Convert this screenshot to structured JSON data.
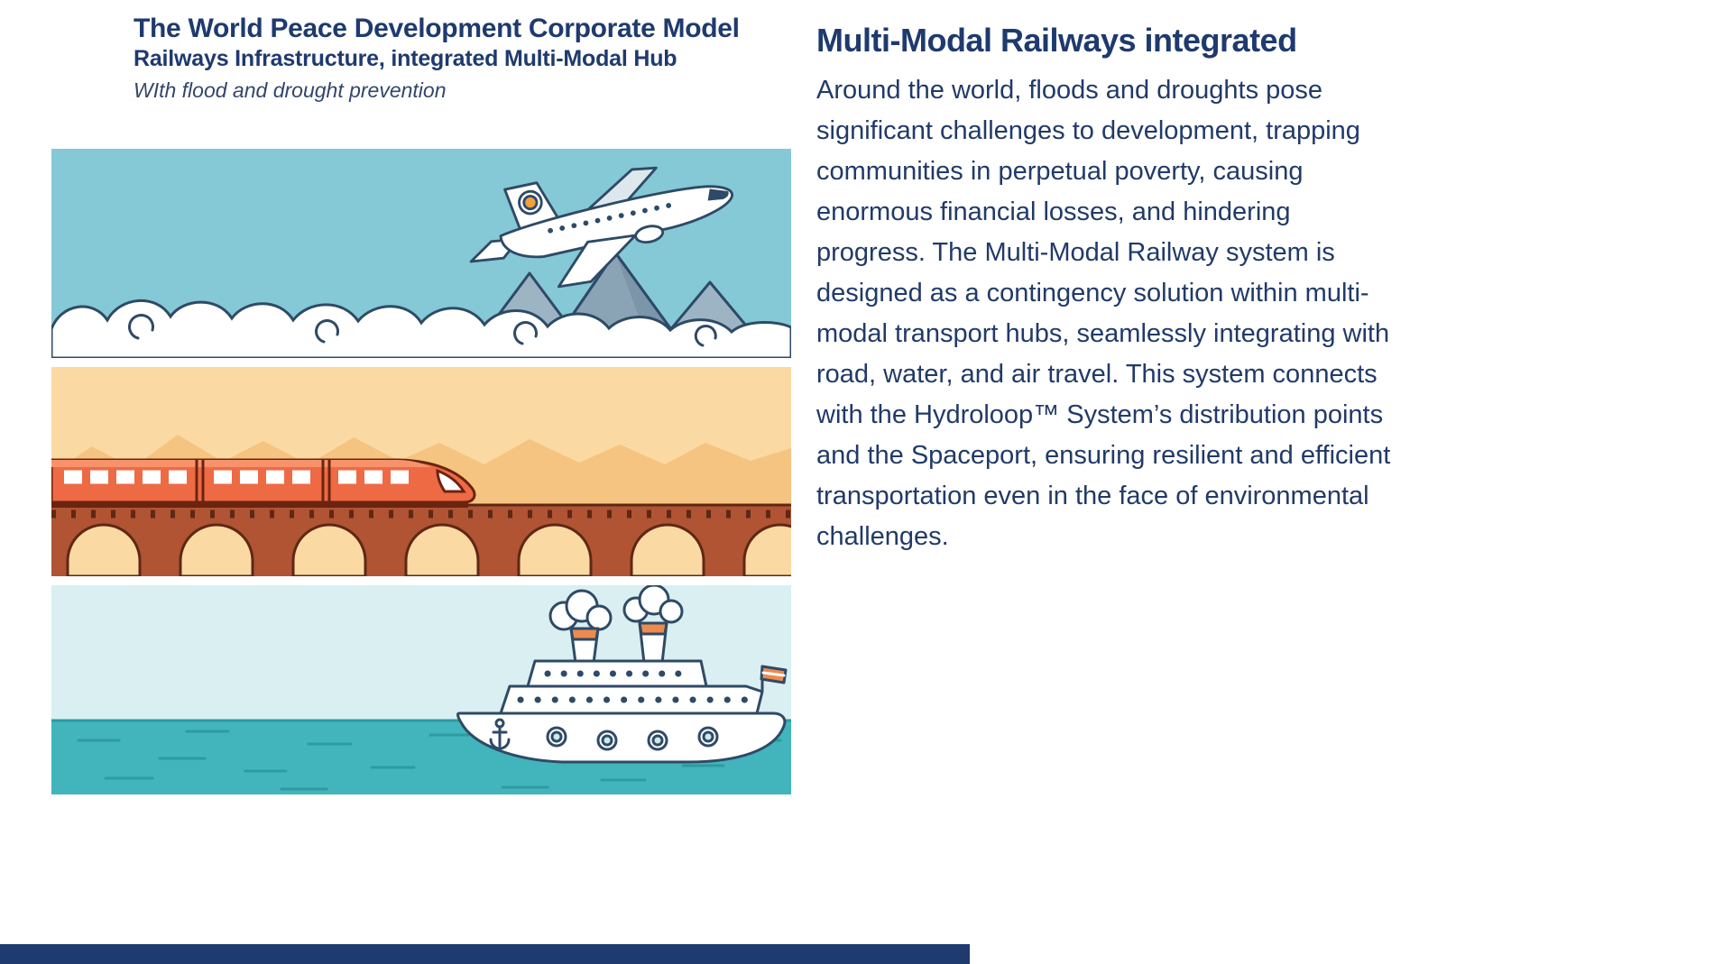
{
  "slide": {
    "header": {
      "title": "The World Peace Development Corporate Model",
      "subtitle": "Railways Infrastructure, integrated Multi-Modal Hub",
      "tagline": "WIth flood and drought prevention"
    },
    "article": {
      "heading": "Multi-Modal Railways integrated",
      "body": "Around the world, floods and droughts pose significant challenges to development, trapping communities in perpetual poverty, causing enormous financial losses, and hindering progress. The Multi-Modal Railway system is designed as a contingency solution within multi-modal transport hubs, seamlessly integrating with road, water, and air travel. This system connects with the Hydroloop™ System’s distribution points and the Spaceport, ensuring resilient and efficient transportation even in the face of environmental challenges."
    },
    "illustrations": [
      {
        "name": "air-travel-scene",
        "subject": "airplane flying over mountains and clouds"
      },
      {
        "name": "rail-travel-scene",
        "subject": "high-speed train crossing an arched brick viaduct"
      },
      {
        "name": "sea-travel-scene",
        "subject": "cruise ship on the sea"
      }
    ],
    "colors": {
      "text_navy": "#1e3a6e",
      "outline_navy": "#2e4a66",
      "sky_blue": "#85c8d6",
      "mountain_slate": "#8aa3b5",
      "desert_sand": "#fbd9a2",
      "desert_ridge": "#f5c480",
      "bridge_brick": "#b05433",
      "bridge_dark": "#5e2815",
      "train_red": "#ee6a44",
      "sea_pale": "#d9eff1",
      "sea_teal": "#41b5bb",
      "accent_orange": "#ef8a4e",
      "footer_navy": "#1e3a6e"
    }
  }
}
